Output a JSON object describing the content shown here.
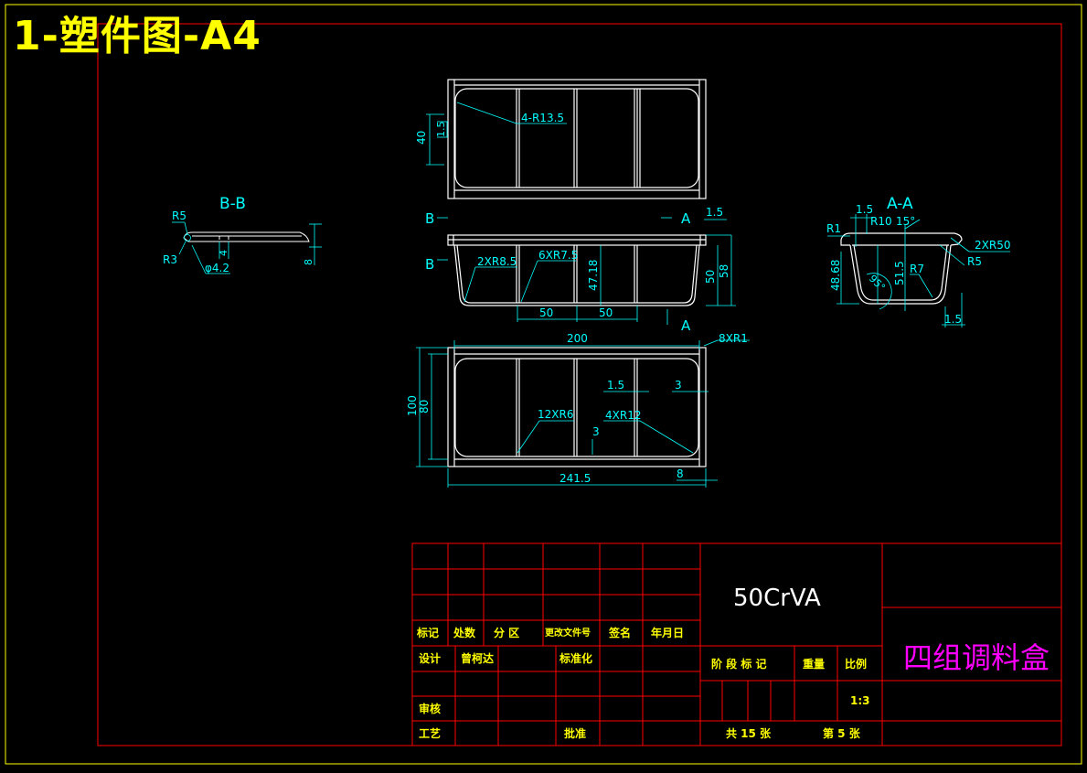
{
  "sheet_title": "1-塑件图-A4",
  "colors": {
    "frame_outer": "#ffff00",
    "frame_inner": "#ff0000",
    "outline": "#ffffff",
    "dimension": "#00ffff",
    "title_block_text": "#ffff00",
    "part_name": "#ff00ff"
  },
  "views": {
    "top": {
      "label_r": "4-R13.5",
      "dim_40": "40",
      "dim_1_5": "1.5"
    },
    "front": {
      "section_b": "B",
      "section_a": "A",
      "dim_1_5": "1.5",
      "dim_2xr8_5": "2XR8.5",
      "dim_6xr7_5": "6XR7.5",
      "dim_47_18": "47.18",
      "dim_50_h": "50",
      "dim_58": "58",
      "dim_50_a": "50",
      "dim_50_b": "50"
    },
    "bottom": {
      "dim_200": "200",
      "dim_8xr1": "8XR1",
      "dim_100": "100",
      "dim_80": "80",
      "dim_1_5": "1.5",
      "dim_3_a": "3",
      "dim_12xr6": "12XR6",
      "dim_4xr12": "4XR12",
      "dim_3_b": "3",
      "dim_241_5": "241.5",
      "dim_8": "8"
    },
    "section_bb": {
      "title": "B-B",
      "r5": "R5",
      "r3": "R3",
      "d4": "4",
      "phi": "φ4.2",
      "dim_8": "8"
    },
    "section_aa": {
      "title": "A-A",
      "dim_1_5_top": "1.5",
      "r10": "R10",
      "angle15": "15°",
      "r1": "R1",
      "r50": "2XR50",
      "r5": "R5",
      "r7": "R7",
      "dim_48_68": "48.68",
      "dim_51_5": "51.5",
      "angle95": "95°",
      "dim_1_5_bot": "1.5"
    }
  },
  "title_block": {
    "material": "50CrVA",
    "part_name": "四组调料盒",
    "headers": {
      "mark": "标记",
      "count": "处数",
      "zone": "分 区",
      "doc": "更改文件号",
      "sign": "签名",
      "date": "年月日"
    },
    "design_label": "设计",
    "designer": "曾柯达",
    "standard_label": "标准化",
    "review_label": "审核",
    "process_label": "工艺",
    "approve_label": "批准",
    "stage_label": "阶 段 标 记",
    "weight_label": "重量",
    "scale_label": "比例",
    "scale": "1:3",
    "total_sheets": "共 15 张",
    "sheet_no": "第 5 张"
  }
}
